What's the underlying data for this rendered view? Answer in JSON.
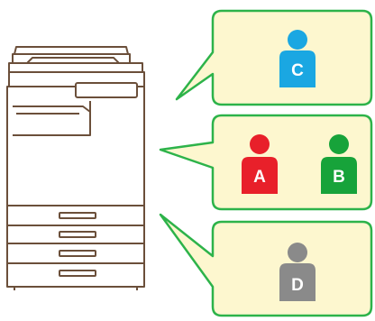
{
  "colors": {
    "printer_outline": "#6b4f3a",
    "balloon_fill": "#fdf7cf",
    "balloon_border": "#2db34a",
    "user_c": "#1aa7e2",
    "user_a": "#e8202a",
    "user_b": "#17a33a",
    "user_d": "#8a8a8a",
    "letter": "#ffffff"
  },
  "balloons": [
    {
      "id": "c",
      "users": [
        {
          "letter": "C",
          "color_key": "user_c",
          "icon": "person-icon"
        }
      ]
    },
    {
      "id": "ab",
      "users": [
        {
          "letter": "A",
          "color_key": "user_a",
          "icon": "person-icon"
        },
        {
          "letter": "B",
          "color_key": "user_b",
          "icon": "person-icon"
        }
      ]
    },
    {
      "id": "d",
      "users": [
        {
          "letter": "D",
          "color_key": "user_d",
          "icon": "person-icon"
        }
      ]
    }
  ],
  "printer": {
    "icon": "multifunction-printer-icon",
    "paper_trays": 4
  }
}
